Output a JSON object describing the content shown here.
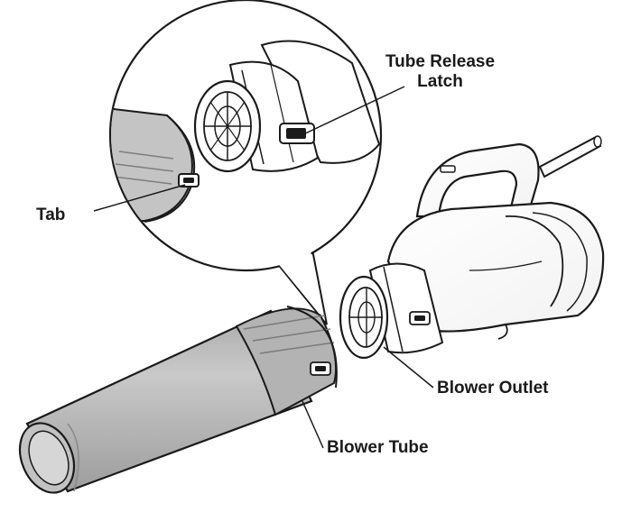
{
  "labels": {
    "tube_release_latch_line1": "Tube Release",
    "tube_release_latch_line2": "Latch",
    "tab": "Tab",
    "blower_outlet": "Blower Outlet",
    "blower_tube": "Blower Tube"
  },
  "colors": {
    "ink": "#1a1a1a",
    "tube_fill": "#bdbdbd",
    "tube_dark": "#8f8f8f",
    "background": "#ffffff"
  },
  "icons": {
    "magnifier": "zoom-callout-circle",
    "latch": "release-latch",
    "tab": "tube-tab"
  }
}
